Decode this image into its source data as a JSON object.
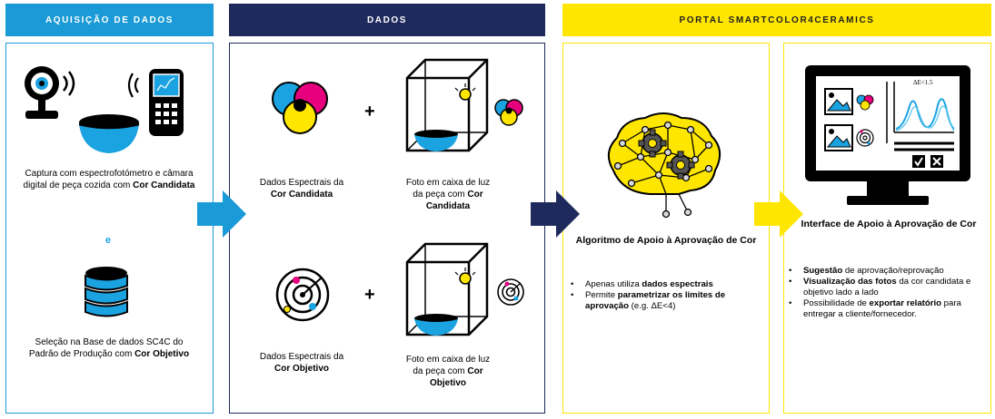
{
  "headers": {
    "acquisition": "AQUISIÇÃO DE DADOS",
    "data": "DADOS",
    "portal": "PORTAL SMARTCOLOR4CERAMICS"
  },
  "colors": {
    "acquisition": "#1a9ad6",
    "data": "#1f2a5c",
    "portal": "#ffe600",
    "cyan": "#1aa3e0",
    "magenta": "#e6007e",
    "yellow": "#ffe600"
  },
  "acquisition": {
    "capture_text": "Captura com espectrofotómetro e câmara digital de peça cozida com ",
    "capture_bold": "Cor Candidata",
    "connector": "e",
    "selection_text": "Seleção na Base de dados SC4C do Padrão de Produção com ",
    "selection_bold": "Cor Objetivo"
  },
  "data_panel": {
    "spectral_1_pre": "Dados Espectrais da ",
    "spectral_1_bold": "Cor Candidata",
    "photo_1_pre": "Foto em caixa de luz da peça com ",
    "photo_1_bold": "Cor Candidata",
    "spectral_2_pre": "Dados Espectrais da ",
    "spectral_2_bold": "Cor Objetivo",
    "photo_2_pre": "Foto em caixa de luz da peça com ",
    "photo_2_bold": "Cor Objetivo",
    "plus": "+"
  },
  "algorithm": {
    "title": "Algoritmo de Apoio à Aprovação de Cor",
    "b1_pre": "Apenas utiliza ",
    "b1_bold": "dados espectrais",
    "b2_pre": "Permite ",
    "b2_bold": "parametrizar os limites de aprovação",
    "b2_post": "  (e.g. ΔE<4)"
  },
  "interface": {
    "title": "Interface de Apoio à Aprovação de Cor",
    "chart_label": "ΔE<1.5",
    "b1_bold": "Sugestão",
    "b1_post": " de aprovação/reprovação",
    "b2_bold": "Visualização das fotos",
    "b2_post": " da cor candidata e objetivo lado a lado",
    "b3_pre": "Possibilidade de ",
    "b3_bold": "exportar relatório",
    "b3_post": " para entregar a cliente/fornecedor."
  }
}
